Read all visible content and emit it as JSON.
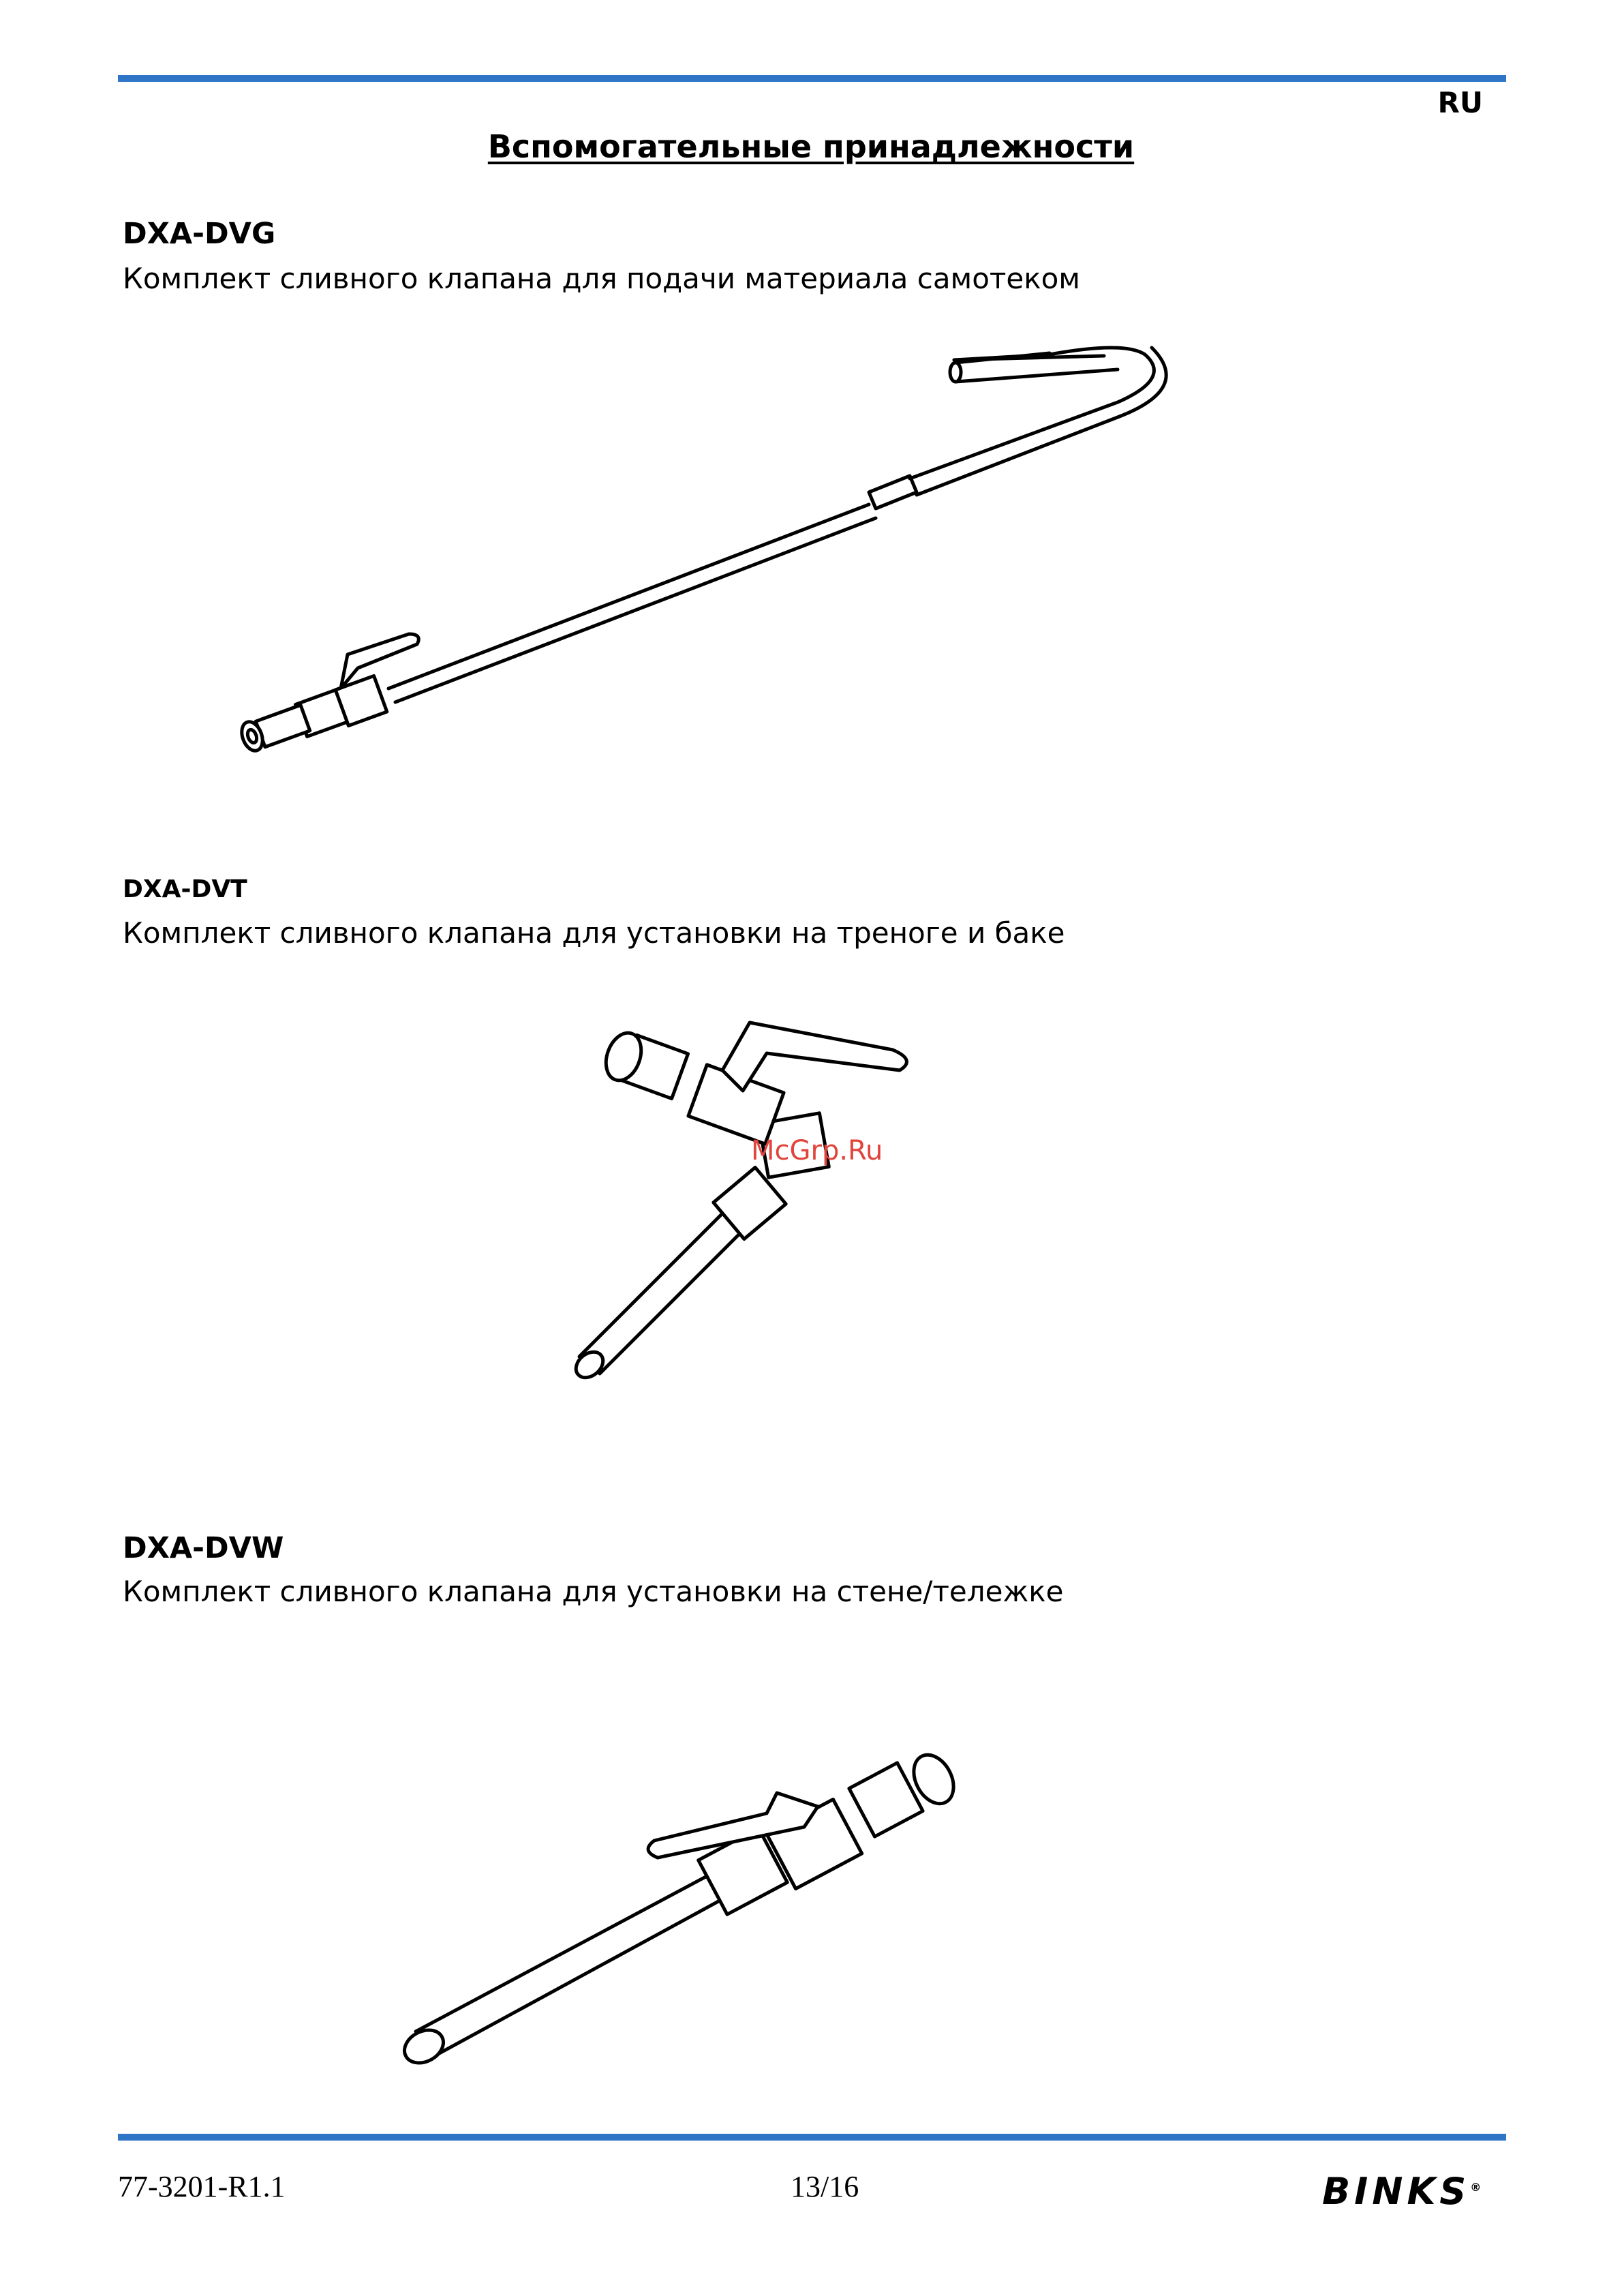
{
  "header": {
    "lang": "RU",
    "title": "Вспомогательные принадлежности"
  },
  "items": [
    {
      "code": "DXA-DVG",
      "description": "Комплект сливного клапана для подачи материала самотеком",
      "image_icon": "gravity-drain-valve-illustration"
    },
    {
      "code": "DXA-DVT",
      "description": "Комплект сливного клапана для установки на треноге и баке",
      "image_icon": "tripod-tank-drain-valve-illustration"
    },
    {
      "code": "DXA-DVW",
      "description": "Комплект сливного клапана для установки на стене/тележке",
      "image_icon": "wall-cart-drain-valve-illustration"
    }
  ],
  "watermark": "McGrp.Ru",
  "footer": {
    "doc_number": "77-3201-R1.1",
    "page": "13/16",
    "brand": "BINKS",
    "brand_mark": "®"
  },
  "colors": {
    "accent_rule": "#2e75c8",
    "watermark": "#e0443c"
  }
}
